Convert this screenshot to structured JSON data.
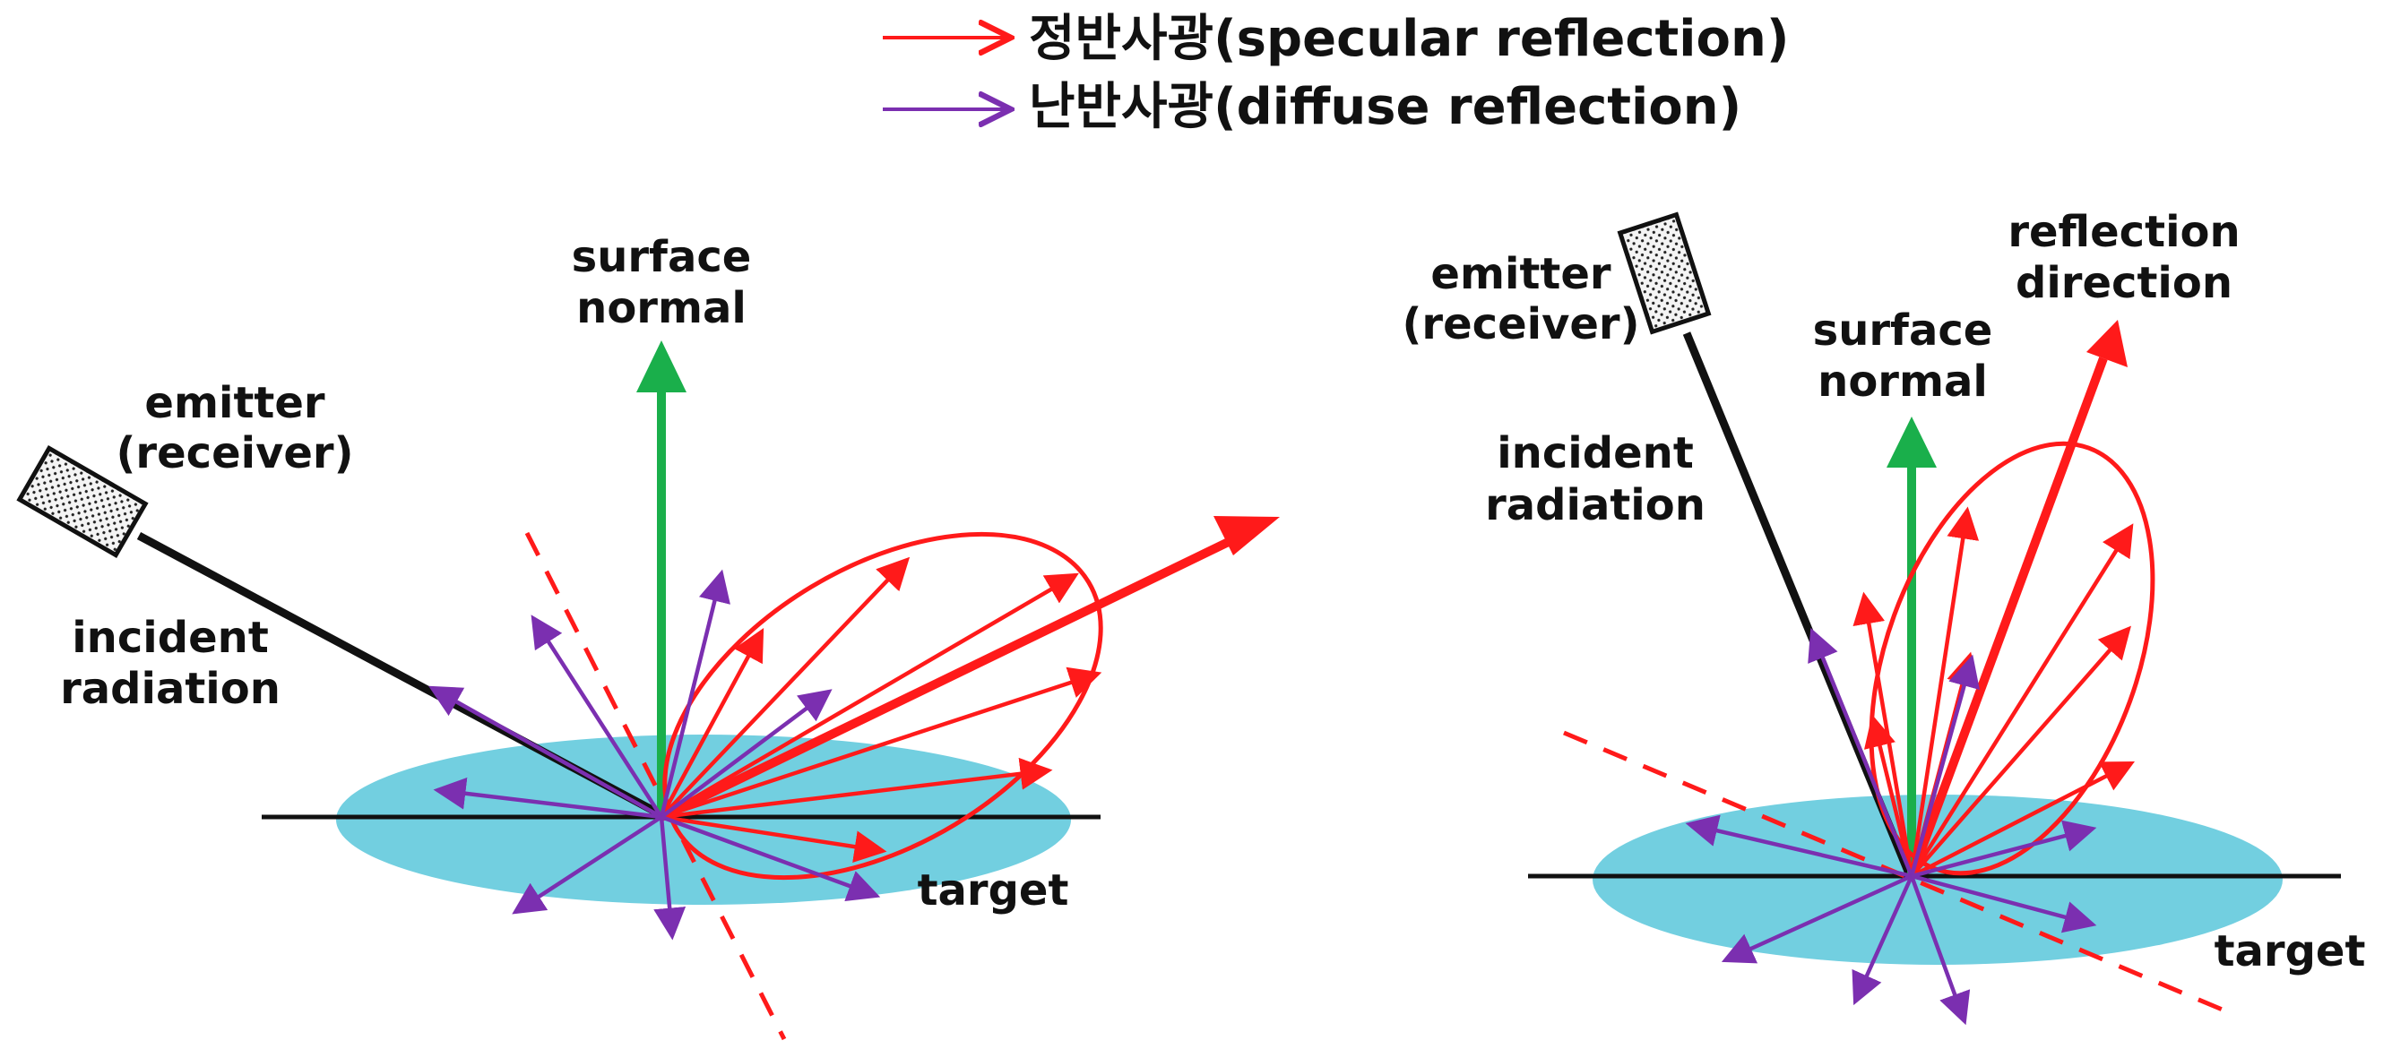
{
  "colors": {
    "specular": "#ff1a1a",
    "diffuse": "#7b2fb0",
    "normal": "#1aaf4b",
    "incident": "#111111",
    "target": "#72cfe0",
    "emitter_fill": "#f2f2f2"
  },
  "legend": {
    "specular": "정반사광(specular reflection)",
    "diffuse": "난반사광(diffuse reflection)"
  },
  "left": {
    "normal_line1": "surface",
    "normal_line2": "normal",
    "emitter_line1": "emitter",
    "emitter_line2": "(receiver)",
    "incident_line1": "incident",
    "incident_line2": "radiation",
    "target": "target"
  },
  "right": {
    "emitter_line1": "emitter",
    "emitter_line2": "(receiver)",
    "normal_line1": "surface",
    "normal_line2": "normal",
    "reflection_line1": "reflection",
    "reflection_line2": "direction",
    "incident_line1": "incident",
    "incident_line2": "radiation",
    "target": "target"
  }
}
